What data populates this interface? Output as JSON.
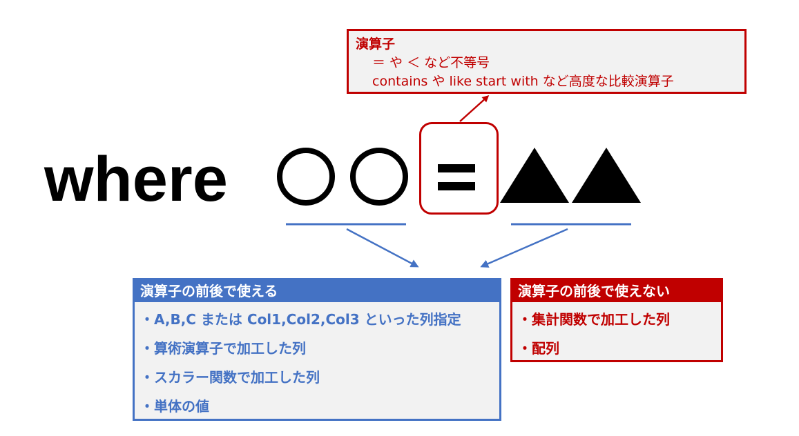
{
  "operator_callout": {
    "title": "演算子",
    "lines": [
      "＝ や ＜ など不等号",
      "contains や like start with など高度な比較演算子"
    ]
  },
  "expression": {
    "keyword": "where",
    "left_placeholder": "〇〇",
    "operator": "＝",
    "right_placeholder": "▲▲"
  },
  "allowed_box": {
    "title": "演算子の前後で使える",
    "items": [
      "・A,B,C または Col1,Col2,Col3 といった列指定",
      "・算術演算子で加工した列",
      "・スカラー関数で加工した列",
      "・単体の値"
    ]
  },
  "denied_box": {
    "title": "演算子の前後で使えない",
    "items": [
      "・集計関数で加工した列",
      "・配列"
    ]
  },
  "colors": {
    "blue": "#4472c4",
    "red": "#c00000",
    "box_fill": "#f2f2f2",
    "black": "#000000"
  }
}
